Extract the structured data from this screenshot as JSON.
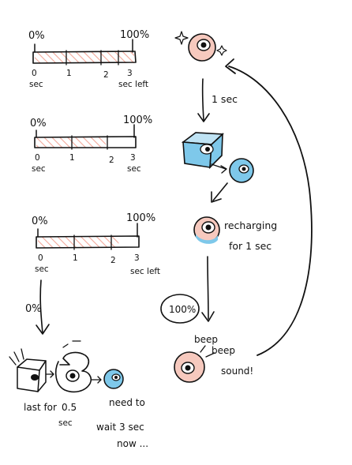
{
  "timelines": [
    {
      "start_label": "0%",
      "end_label": "100%",
      "ticks": [
        "0",
        "1",
        "2",
        "3"
      ],
      "unit_label": "sec",
      "end_unit_label": "sec left",
      "fill_fraction": 1.0
    },
    {
      "start_label": "0%",
      "end_label": "100%",
      "ticks": [
        "0",
        "1",
        "2",
        "3"
      ],
      "unit_label": "sec",
      "end_unit_label": "sec",
      "fill_fraction": 0.7
    },
    {
      "start_label": "0%",
      "end_label": "100%",
      "ticks": [
        "0",
        "1",
        "2",
        "3"
      ],
      "unit_label": "sec",
      "end_unit_label": "sec left",
      "fill_fraction": 0.8
    }
  ],
  "drop": {
    "zero_label": "0%",
    "last_for": "last for",
    "duration": "0.5",
    "duration_unit": "sec",
    "need_line1": "need to",
    "need_line2": "wait 3 sec",
    "need_line3": "now ..."
  },
  "cycle": {
    "step1_label": "1 sec",
    "recharging_line1": "recharging",
    "recharging_line2": "for 1 sec",
    "full_label": "100%",
    "beep1": "beep",
    "beep2": "beep",
    "sound": "sound!"
  },
  "colors": {
    "ink": "#111111",
    "hatch": "#f2a89a",
    "pink_fill": "#f6c9be",
    "blue_fill": "#7ec8ea",
    "blue_light": "#bfe3f4"
  }
}
